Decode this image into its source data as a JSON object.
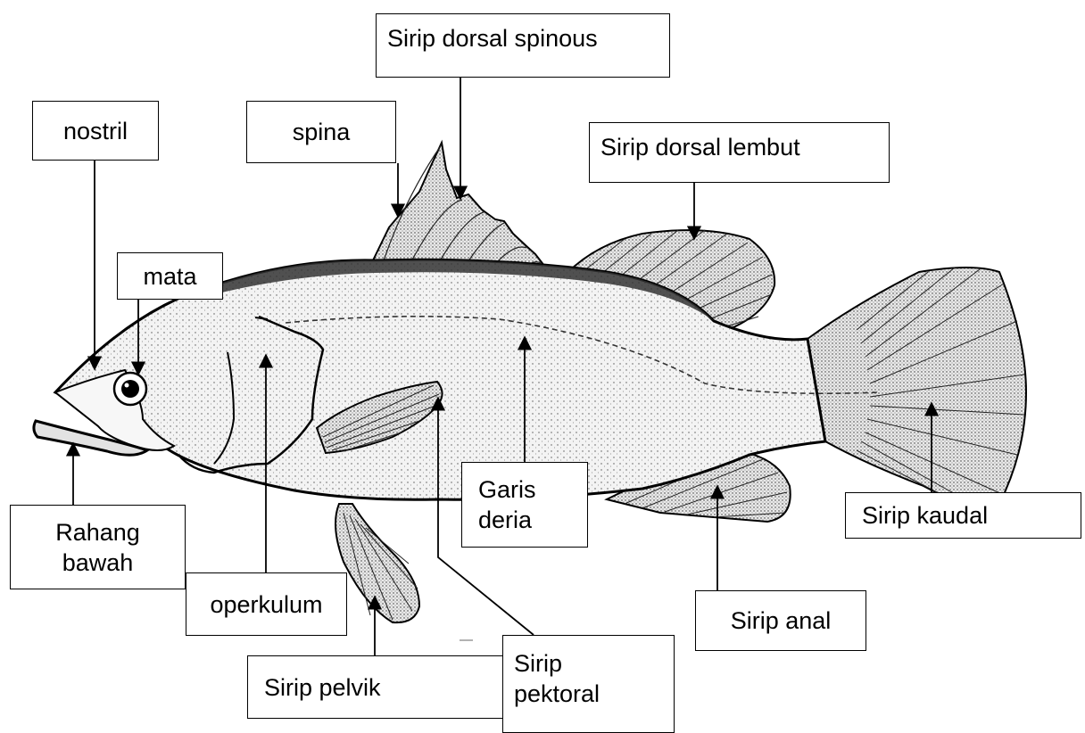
{
  "labels": {
    "nostril": "nostril",
    "spina": "spina",
    "dorsal_spinous": "Sirip dorsal spinous",
    "dorsal_soft": "Sirip dorsal lembut",
    "eye": "mata",
    "lower_jaw": "Rahang\nbawah",
    "operculum": "operkulum",
    "lateral_line": "Garis\nderia",
    "pectoral": "Sirip\npektoral",
    "pelvic": "Sirip pelvik",
    "anal": "Sirip anal",
    "caudal": "Sirip kaudal"
  },
  "colors": {
    "ink": "#000000",
    "body": "#f1f1f1",
    "fin": "#e6e6e6",
    "background": "#ffffff"
  }
}
